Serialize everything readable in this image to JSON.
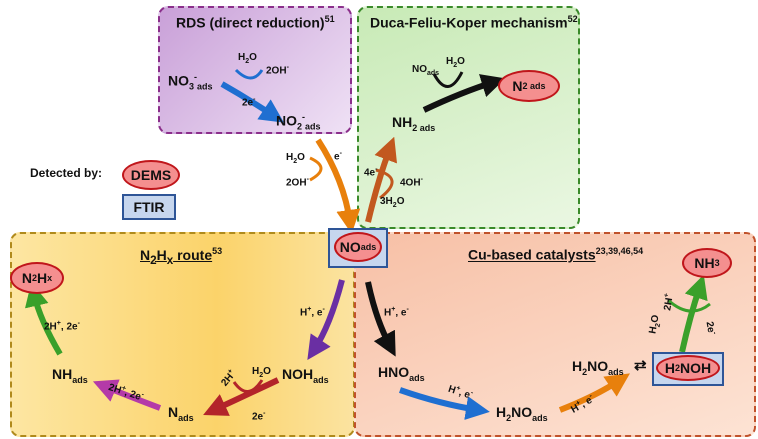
{
  "boxes": {
    "rds": {
      "title": "RDS (direct reduction)",
      "ref": "51"
    },
    "dfk": {
      "title": "Duca-Feliu-Koper mechanism",
      "ref": "52"
    },
    "n2hx": {
      "title_a": "N",
      "title_s1": "2",
      "title_b": "H",
      "title_s2": "x",
      "title_c": " route",
      "ref": "53"
    },
    "cu": {
      "title": "Cu-based catalysts",
      "ref": "23,39,46,54"
    }
  },
  "legend": {
    "detected_by": "Detected by:",
    "dems": "DEMS",
    "ftir": "FTIR"
  },
  "species": {
    "no3": {
      "base": "NO",
      "sub1": "3",
      "sup": "-",
      "sub2": "ads"
    },
    "no2": {
      "base": "NO",
      "sub1": "2",
      "sup": "-",
      "sub2": "ads"
    },
    "no": {
      "base": "NO",
      "sub": "ads"
    },
    "nh2": {
      "base": "NH",
      "sub": "2 ads"
    },
    "n2": {
      "base": "N",
      "sub": "2 ads"
    },
    "n2hx": {
      "a": "N",
      "s1": "2",
      "b": "H",
      "s2": "x"
    },
    "nh_ads": {
      "base": "NH",
      "sub": "ads"
    },
    "noh": {
      "base": "NOH",
      "sub": "ads"
    },
    "n_ads": {
      "base": "N",
      "sub": "ads"
    },
    "hno": {
      "base": "HNO",
      "sub": "ads"
    },
    "h2no_bottom": {
      "a": "H",
      "s": "2",
      "b": "NO",
      "sub": "ads"
    },
    "h2no_right": {
      "a": "H",
      "s": "2",
      "b": "NO",
      "sub": "ads"
    },
    "h2noh": {
      "a": "H",
      "s": "2",
      "b": "NOH"
    },
    "nh3": {
      "a": "NH",
      "s": "3"
    },
    "equilibrium": "⇄"
  },
  "reagents": {
    "rds_h2o": {
      "a": "H",
      "s": "2",
      "b": "O"
    },
    "rds_2oh": {
      "a": "2OH",
      "sup": "-"
    },
    "rds_2e": {
      "a": "2e",
      "sup": "-"
    },
    "dfk_no": {
      "a": "NO",
      "sub": "ads"
    },
    "dfk_h2o": {
      "a": "H",
      "s": "2",
      "b": "O"
    },
    "mid_h2o": {
      "a": "H",
      "s": "2",
      "b": "O"
    },
    "mid_e": {
      "a": "e",
      "sup": "-"
    },
    "mid_2oh": {
      "a": "2OH",
      "sup": "-"
    },
    "up_4e": {
      "a": "4e",
      "sup": "-"
    },
    "up_4oh": {
      "a": "4OH",
      "sup": "-"
    },
    "up_3h2o": {
      "a": "3H",
      "s": "2",
      "b": "O"
    },
    "left_he": {
      "a": "H",
      "sup1": "+",
      "b": ", e",
      "sup2": "-"
    },
    "left_2h2e_vert": {
      "a": "2H",
      "sup1": "+",
      "b": ", 2e",
      "sup2": "-"
    },
    "left_2h2e_diag": {
      "a": "2H",
      "sup1": "+",
      "b": ", 2e",
      "sup2": "-"
    },
    "left_2h": {
      "a": "2H",
      "sup": "+"
    },
    "left_h2o": {
      "a": "H",
      "s": "2",
      "b": "O"
    },
    "left_2e": {
      "a": "2e",
      "sup": "-"
    },
    "cu_he_vert": {
      "a": "H",
      "sup1": "+",
      "b": ", e",
      "sup2": "-"
    },
    "cu_he_diag": {
      "a": "H",
      "sup1": "+",
      "b": ", e",
      "sup2": "-"
    },
    "cu_he_up": {
      "a": "H",
      "sup1": "+",
      "b": ", e",
      "sup2": "-"
    },
    "cu_h2o": {
      "a": "H",
      "s": "2",
      "b": "O"
    },
    "cu_2h": {
      "a": "2H",
      "sup": "+"
    },
    "cu_2e": {
      "a": "2e",
      "sup": "-"
    }
  },
  "colors": {
    "blue_arrow": "#1f6fd1",
    "black_arrow": "#111111",
    "orange_arrow": "#e8800c",
    "purple_arrow": "#6a2fa3",
    "red_arrow": "#b3242a",
    "green_arrow": "#3aa02a",
    "magenta_arrow": "#b43aa8",
    "brown_arrow": "#c2581f"
  }
}
